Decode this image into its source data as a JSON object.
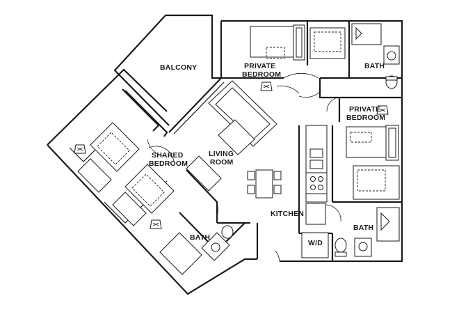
{
  "rooms": {
    "balcony": "BALCONY",
    "private_bedroom_1": [
      "PRIVATE",
      "BEDROOM"
    ],
    "private_bedroom_2": [
      "PRIVATE",
      "BEDROOM"
    ],
    "bath_top": "BATH",
    "shared_bedroom": [
      "SHARED",
      "BEDROOM"
    ],
    "living_room": [
      "LIVING",
      "ROOM"
    ],
    "kitchen": "KITCHEN",
    "bath_right": "BATH",
    "bath_bottom": "BATH",
    "washer_dryer": "W/D"
  },
  "icons": [
    "desk-lamp-icon",
    "toilet-icon",
    "sink-icon",
    "shower-icon",
    "stove-icon",
    "bed-icon",
    "sofa-icon"
  ]
}
